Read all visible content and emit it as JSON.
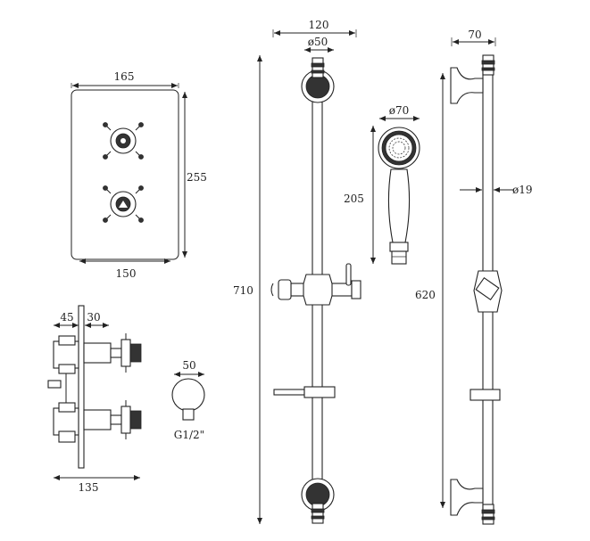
{
  "dimensions": {
    "plate_width": "165",
    "plate_height": "255",
    "plate_bottom_width": "150",
    "valve_depth_a": "45",
    "valve_depth_b": "30",
    "valve_total_depth": "135",
    "outlet_diameter": "50",
    "outlet_thread": "G1/2\"",
    "rail_bracket_width": "120",
    "rail_rose_diameter": "ø50",
    "rail_height": "710",
    "handset_head_diameter": "ø70",
    "handset_length": "205",
    "side_bracket_depth": "70",
    "rail_tube_diameter": "ø19",
    "side_rail_length": "620"
  }
}
